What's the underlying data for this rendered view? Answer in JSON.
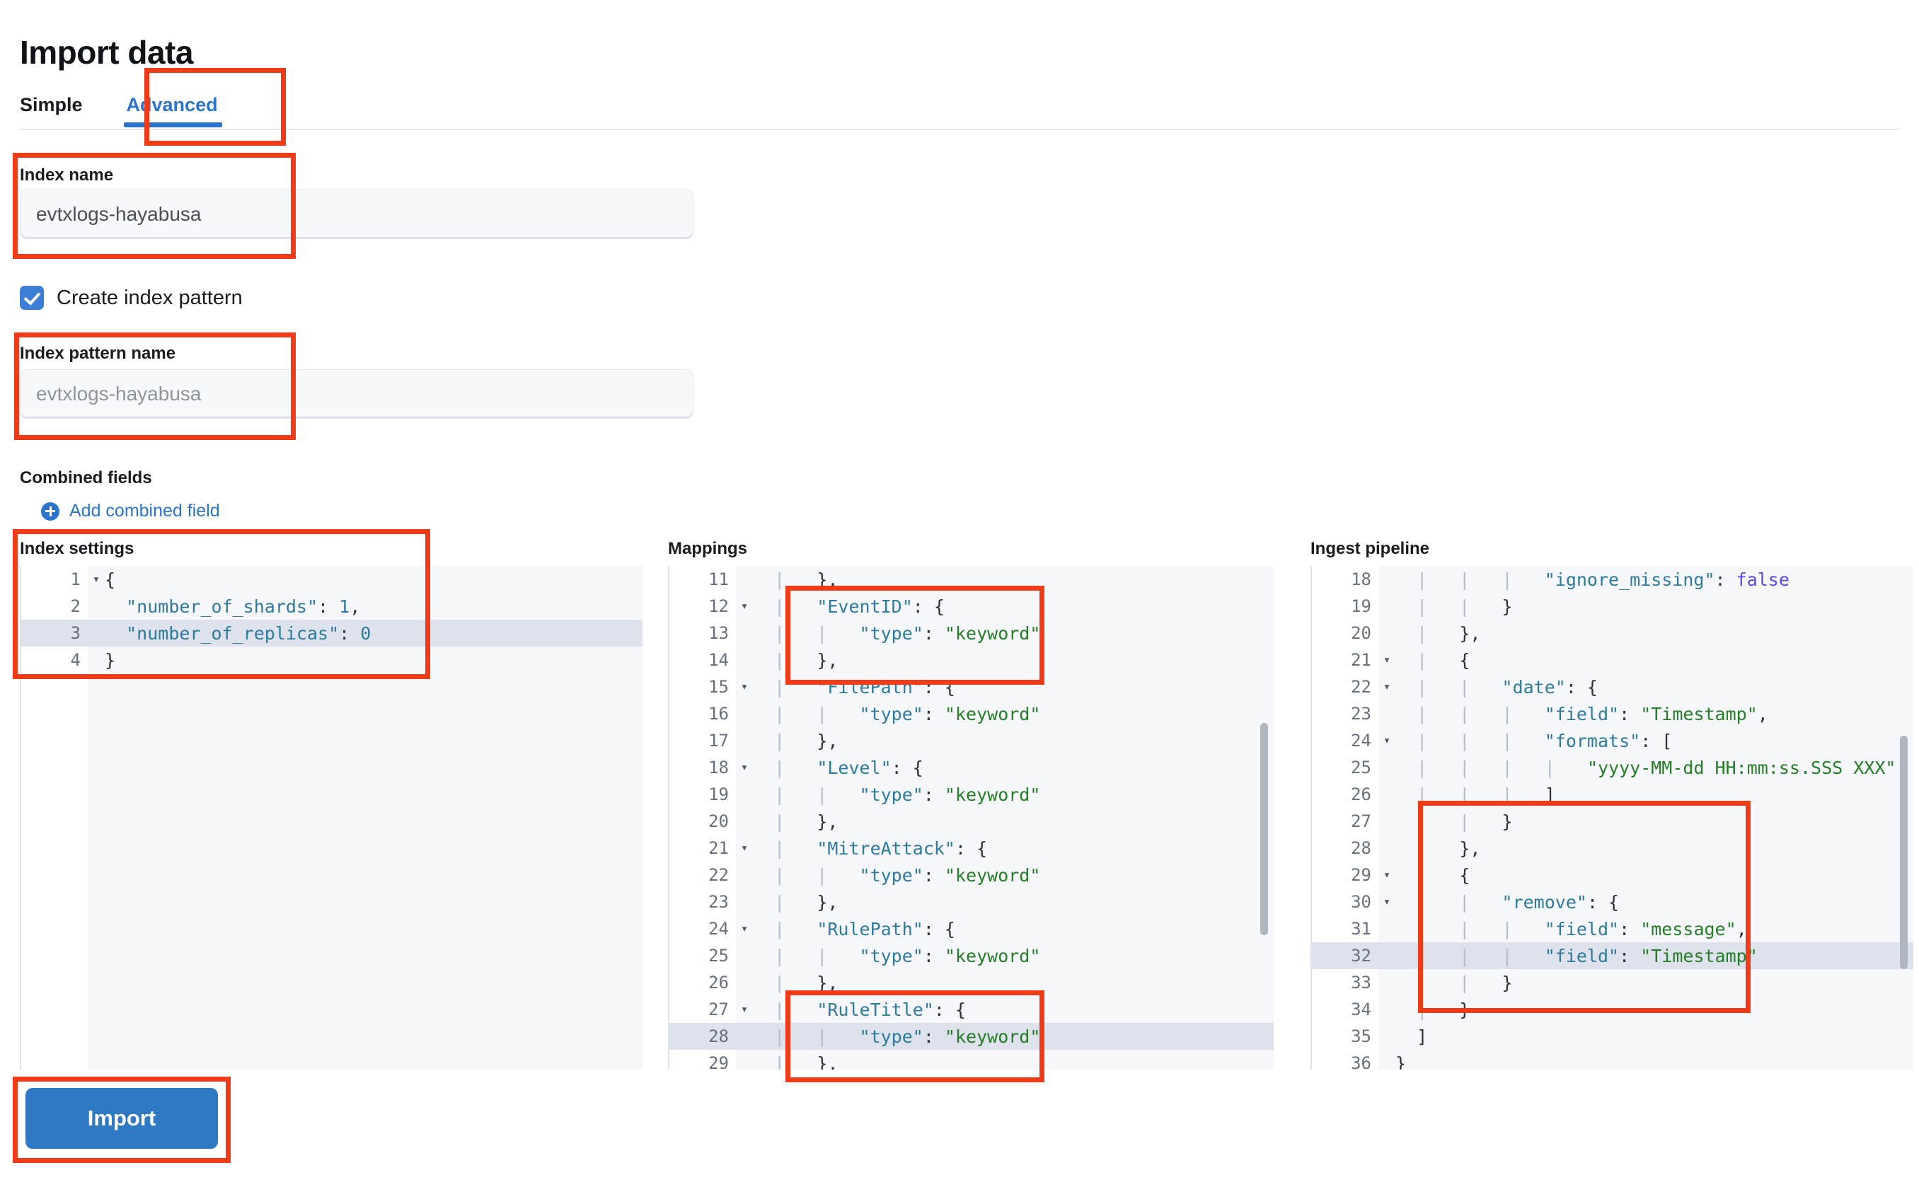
{
  "header": {
    "title": "Import data"
  },
  "tabs": [
    {
      "label": "Simple",
      "active": false
    },
    {
      "label": "Advanced",
      "active": true
    }
  ],
  "form": {
    "index_name_label": "Index name",
    "index_name_value": "evtxlogs-hayabusa",
    "create_index_pattern_label": "Create index pattern",
    "create_index_pattern_checked": true,
    "index_pattern_name_label": "Index pattern name",
    "index_pattern_name_placeholder": "evtxlogs-hayabusa",
    "combined_fields_label": "Combined fields",
    "add_combined_field_label": "Add combined field",
    "add_combined_field_icon": "plus-circle-icon"
  },
  "editors": {
    "index_settings": {
      "title": "Index settings",
      "highlighted_line": 3,
      "lines": [
        {
          "n": "1",
          "fold": true,
          "text": "{"
        },
        {
          "n": "2",
          "fold": false,
          "text": "  \"number_of_shards\": 1,"
        },
        {
          "n": "3",
          "fold": false,
          "text": "  \"number_of_replicas\": 0"
        },
        {
          "n": "4",
          "fold": false,
          "text": "}"
        }
      ]
    },
    "mappings": {
      "title": "Mappings",
      "highlighted_line": 28,
      "lines": [
        {
          "n": "11",
          "fold": false,
          "text": "  |   },"
        },
        {
          "n": "12",
          "fold": true,
          "text": "  |   \"EventID\": {"
        },
        {
          "n": "13",
          "fold": false,
          "text": "  |   |   \"type\": \"keyword\""
        },
        {
          "n": "14",
          "fold": false,
          "text": "  |   },"
        },
        {
          "n": "15",
          "fold": true,
          "text": "  |   \"FilePath\": {"
        },
        {
          "n": "16",
          "fold": false,
          "text": "  |   |   \"type\": \"keyword\""
        },
        {
          "n": "17",
          "fold": false,
          "text": "  |   },"
        },
        {
          "n": "18",
          "fold": true,
          "text": "  |   \"Level\": {"
        },
        {
          "n": "19",
          "fold": false,
          "text": "  |   |   \"type\": \"keyword\""
        },
        {
          "n": "20",
          "fold": false,
          "text": "  |   },"
        },
        {
          "n": "21",
          "fold": true,
          "text": "  |   \"MitreAttack\": {"
        },
        {
          "n": "22",
          "fold": false,
          "text": "  |   |   \"type\": \"keyword\""
        },
        {
          "n": "23",
          "fold": false,
          "text": "  |   },"
        },
        {
          "n": "24",
          "fold": true,
          "text": "  |   \"RulePath\": {"
        },
        {
          "n": "25",
          "fold": false,
          "text": "  |   |   \"type\": \"keyword\""
        },
        {
          "n": "26",
          "fold": false,
          "text": "  |   },"
        },
        {
          "n": "27",
          "fold": true,
          "text": "  |   \"RuleTitle\": {"
        },
        {
          "n": "28",
          "fold": false,
          "text": "  |   |   \"type\": \"keyword\""
        },
        {
          "n": "29",
          "fold": false,
          "text": "  |   },"
        }
      ]
    },
    "ingest_pipeline": {
      "title": "Ingest pipeline",
      "highlighted_line": 32,
      "lines": [
        {
          "n": "18",
          "fold": false,
          "text": "  |   |   |   \"ignore_missing\": false"
        },
        {
          "n": "19",
          "fold": false,
          "text": "  |   |   }"
        },
        {
          "n": "20",
          "fold": false,
          "text": "  |   },"
        },
        {
          "n": "21",
          "fold": true,
          "text": "  |   {"
        },
        {
          "n": "22",
          "fold": true,
          "text": "  |   |   \"date\": {"
        },
        {
          "n": "23",
          "fold": false,
          "text": "  |   |   |   \"field\": \"Timestamp\","
        },
        {
          "n": "24",
          "fold": true,
          "text": "  |   |   |   \"formats\": ["
        },
        {
          "n": "25",
          "fold": false,
          "text": "  |   |   |   |   \"yyyy-MM-dd HH:mm:ss.SSS XXX\""
        },
        {
          "n": "26",
          "fold": false,
          "text": "  |   |   |   ]"
        },
        {
          "n": "27",
          "fold": false,
          "text": "  |   |   }"
        },
        {
          "n": "28",
          "fold": false,
          "text": "  |   },"
        },
        {
          "n": "29",
          "fold": true,
          "text": "  |   {"
        },
        {
          "n": "30",
          "fold": true,
          "text": "  |   |   \"remove\": {"
        },
        {
          "n": "31",
          "fold": false,
          "text": "  |   |   |   \"field\": \"message\","
        },
        {
          "n": "32",
          "fold": false,
          "text": "  |   |   |   \"field\": \"Timestamp\""
        },
        {
          "n": "33",
          "fold": false,
          "text": "  |   |   }"
        },
        {
          "n": "34",
          "fold": false,
          "text": "  |   }"
        },
        {
          "n": "35",
          "fold": false,
          "text": "  ]"
        },
        {
          "n": "36",
          "fold": false,
          "text": "}"
        }
      ]
    }
  },
  "actions": {
    "import_label": "Import"
  },
  "colors": {
    "accent_blue": "#2a74cc",
    "button_blue": "#2f78c4",
    "annotation_red": "#ef3b18",
    "code_key": "#2d7b9c",
    "code_string": "#257d25",
    "code_boolean": "#5a4ae3"
  }
}
